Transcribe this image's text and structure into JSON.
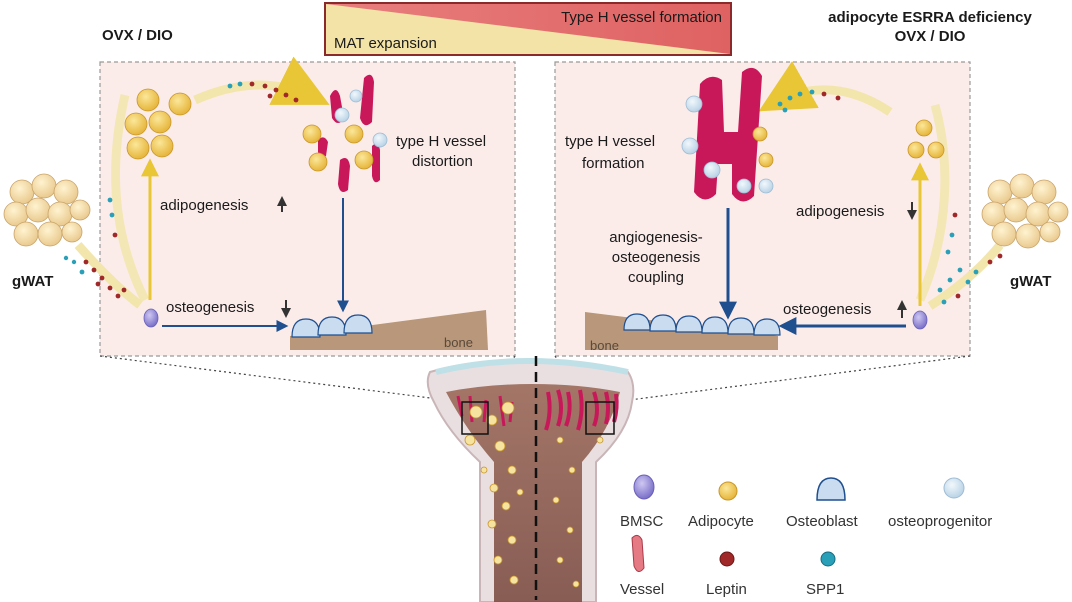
{
  "top_bar": {
    "vessel_label": "Type H vessel formation",
    "mat_label": "MAT expansion"
  },
  "left_panel": {
    "title": "OVX / DIO",
    "gwat": "gWAT",
    "adipogenesis": "adipogenesis",
    "adipogenesis_arrow": "up",
    "osteogenesis": "osteogenesis",
    "osteogenesis_arrow": "down",
    "vessel_line1": "type H vessel",
    "vessel_line2": "distortion",
    "bone": "bone"
  },
  "right_panel": {
    "title_line1": "adipocyte ESRRA deficiency",
    "title_line2": "OVX / DIO",
    "gwat": "gWAT",
    "adipogenesis": "adipogenesis",
    "adipogenesis_arrow": "down",
    "osteogenesis": "osteogenesis",
    "osteogenesis_arrow": "up",
    "vessel_line1": "type H vessel",
    "vessel_line2": "formation",
    "coupling_line1": "angiogenesis-",
    "coupling_line2": "osteogenesis",
    "coupling_line3": "coupling",
    "bone": "bone"
  },
  "legend": {
    "bmsc": "BMSC",
    "adipocyte": "Adipocyte",
    "osteoblast": "Osteoblast",
    "osteoprogenitor": "osteoprogenitor",
    "vessel": "Vessel",
    "leptin": "Leptin",
    "spp1": "SPP1"
  },
  "colors": {
    "adipocyte": "#f0c850",
    "vessel": "#c8185a",
    "leptin": "#a02828",
    "spp1": "#2a9fb8",
    "bmsc": "#9a90d8",
    "osteoblast": "#c9dcf0",
    "bone": "#b8977a",
    "panel_bg": "#fbecea",
    "arrow_blue": "#1f4f8f",
    "arrow_yellow": "#e8c636",
    "bar_red": "#e06a6a",
    "bar_yellow": "#f3e3a6"
  }
}
